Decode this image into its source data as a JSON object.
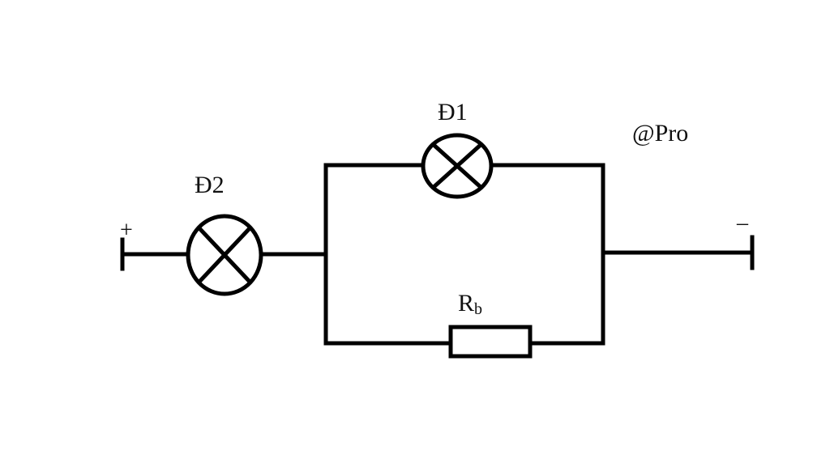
{
  "components": {
    "lamp_d1": {
      "label": "Đ1"
    },
    "lamp_d2": {
      "label": "Đ2"
    },
    "resistor": {
      "label": "R",
      "subscript": "b"
    }
  },
  "terminals": {
    "positive": "+",
    "negative": "–"
  },
  "watermark": "@Pro",
  "colors": {
    "line": "#000000",
    "background": "#ffffff"
  }
}
